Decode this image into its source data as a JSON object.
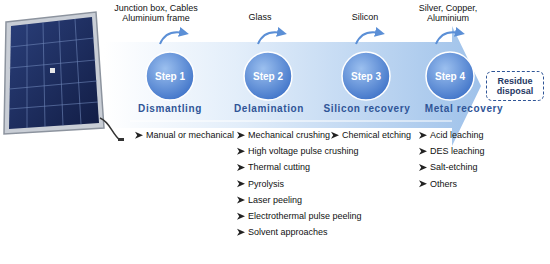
{
  "diagram": {
    "nodes": [
      {
        "text": [
          "Step 1"
        ]
      },
      {
        "text": [
          "Step 2"
        ]
      },
      {
        "text": [
          "Step 3"
        ]
      },
      {
        "text": [
          "Step 4"
        ]
      },
      {
        "text": [
          "Residue disposal"
        ]
      }
    ],
    "labels": [
      "Junction box, Cables Aluminium frame",
      "Glass",
      "Silicon",
      "Silver, Copper, Aluminium",
      "Dismantling",
      "Delamination",
      "Silicon recovery",
      "Metal recovery",
      "Manual or mechanical",
      "Mechanical crushing",
      "High voltage pulse crushing",
      "Thermal cutting",
      "Pyrolysis",
      "Laser peeling",
      "Electrothermal pulse peeling",
      "Solvent approaches",
      "Chemical etching",
      "Acid leaching",
      "DES leaching",
      "Salt-etching",
      "Others"
    ]
  }
}
